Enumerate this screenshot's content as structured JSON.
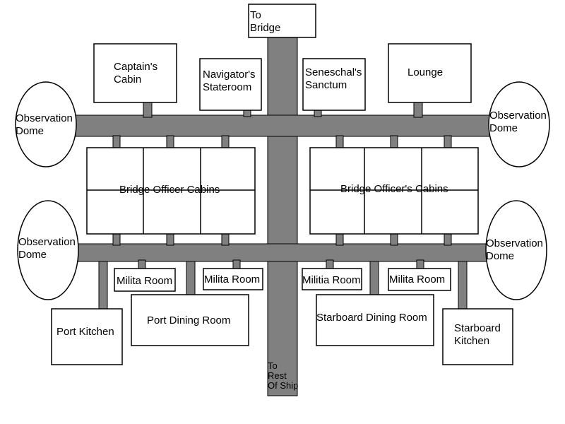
{
  "colors": {
    "background": "#ffffff",
    "corridor": "#808080",
    "room_fill": "#ffffff",
    "outline": "#000000"
  },
  "labels": {
    "to_bridge": [
      "To",
      "Bridge"
    ],
    "captains_cabin": [
      "Captain's",
      "Cabin"
    ],
    "navigators_stateroom": [
      "Navigator's",
      "Stateroom"
    ],
    "seneschals_sanctum": [
      "Seneschal's",
      "Sanctum"
    ],
    "lounge": "Lounge",
    "observation_dome": [
      "Observation",
      "Dome"
    ],
    "bridge_officer_cabins_port": "Bridge Officer Cabins",
    "bridge_officers_cabins_starboard": "Bridge Officer's Cabins",
    "milita_room": "Milita Room",
    "militia_room": "Militia Room",
    "port_dining_room": "Port Dining Room",
    "starboard_dining_room": "Starboard Dining Room",
    "port_kitchen": "Port Kitchen",
    "starboard_kitchen": [
      "Starboard",
      "Kitchen"
    ],
    "to_rest_of_ship": [
      "To",
      "Rest",
      "Of Ship"
    ]
  }
}
